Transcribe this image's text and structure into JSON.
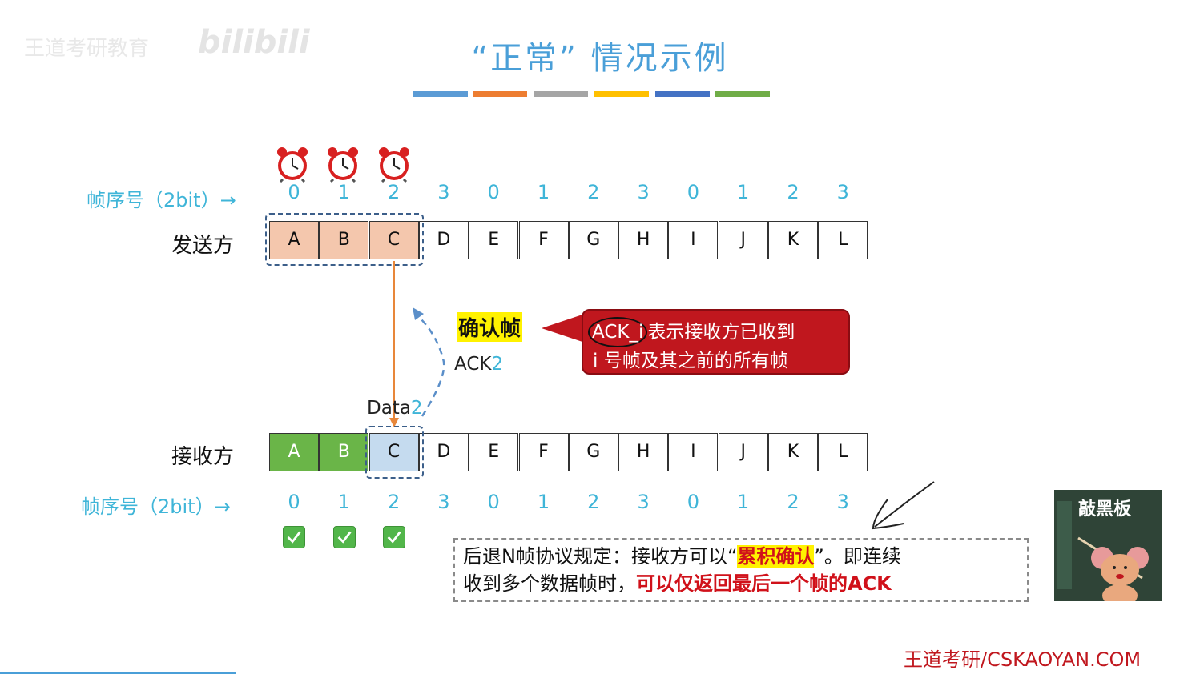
{
  "title": "“正常” 情况示例",
  "title_bar_colors": [
    "#5b9bd5",
    "#ed7d31",
    "#a5a5a5",
    "#ffc000",
    "#4472c4",
    "#70ad47"
  ],
  "watermark": {
    "text": "王道考研教育",
    "brand": "bilibili"
  },
  "top_seq_label": "帧序号（2bit）→",
  "bottom_seq_label": "帧序号（2bit）→",
  "seq_numbers": [
    "0",
    "1",
    "2",
    "3",
    "0",
    "1",
    "2",
    "3",
    "0",
    "1",
    "2",
    "3"
  ],
  "sender": {
    "label": "发送方",
    "frames": [
      "A",
      "B",
      "C",
      "D",
      "E",
      "F",
      "G",
      "H",
      "I",
      "J",
      "K",
      "L"
    ]
  },
  "receiver": {
    "label": "接收方",
    "frames": [
      "A",
      "B",
      "C",
      "D",
      "E",
      "F",
      "G",
      "H",
      "I",
      "J",
      "K",
      "L"
    ]
  },
  "ack_frame_label": "确认帧",
  "ack_text": "ACK",
  "ack_num": "2",
  "data_text": "Data",
  "data_num": "2",
  "callout": {
    "line1_code": "ACK_i",
    "line1_rest": "表示接收方已收到",
    "line2": "i 号帧及其之前的所有帧"
  },
  "note": {
    "line1_pre": "后退N帧协议规定：接收方可以“",
    "line1_hl": "累积确认",
    "line1_post": "”。即连续",
    "line2_pre": "收到多个数据帧时，",
    "line2_red": "可以仅返回最后一个帧的ACK"
  },
  "avatar_caption": "敲黑板",
  "footer": "王道考研/CSKAOYAN.COM",
  "colors": {
    "accent": "#3fb5d8",
    "sent_window": "#f4c7ad",
    "acked": "#6ab548",
    "current": "#c5dbef",
    "callout": "#c0171e",
    "highlight": "#fff200"
  }
}
